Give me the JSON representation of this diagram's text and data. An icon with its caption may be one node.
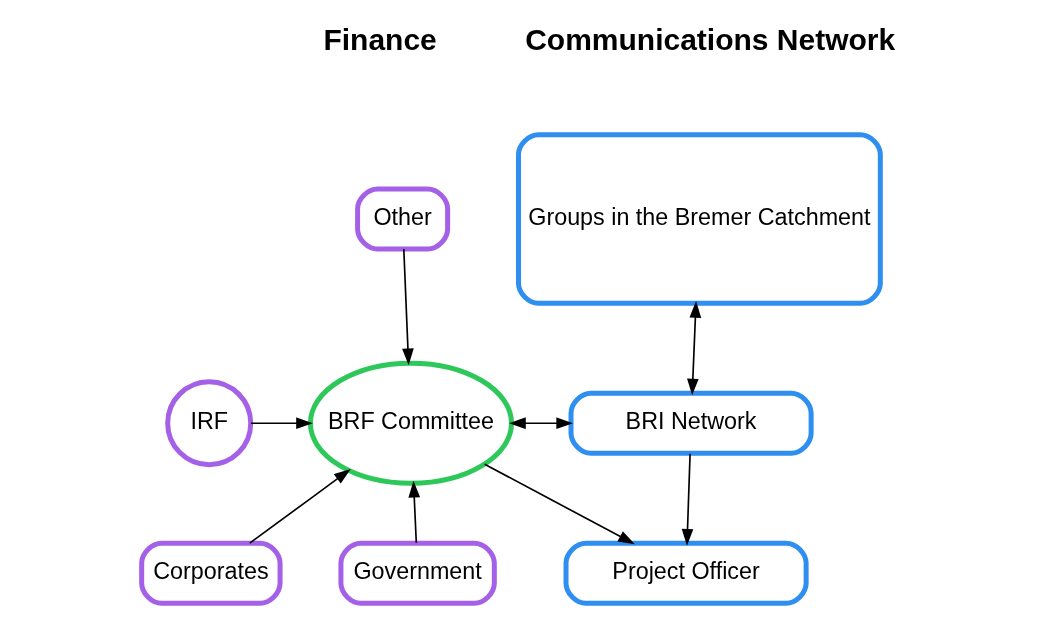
{
  "diagram": {
    "nodes": [
      {
        "text": [
          "Groups in the Bremer Catchment"
        ]
      },
      {
        "text": [
          "Other"
        ]
      },
      {
        "text": [
          "IRF"
        ]
      },
      {
        "text": [
          "BRF Committee"
        ]
      },
      {
        "text": [
          "BRI Network"
        ]
      },
      {
        "text": [
          "Corporates"
        ]
      },
      {
        "text": [
          "Government"
        ]
      },
      {
        "text": [
          "Project Officer"
        ]
      }
    ],
    "edges": [
      {
        "from": 1,
        "to": 3,
        "arrow": "to"
      },
      {
        "from": 2,
        "to": 3,
        "arrow": "to"
      },
      {
        "from": 5,
        "to": 3,
        "arrow": "to"
      },
      {
        "from": 6,
        "to": 3,
        "arrow": "to"
      },
      {
        "from": 3,
        "to": 4,
        "arrow": "both"
      },
      {
        "from": 0,
        "to": 4,
        "arrow": "both"
      },
      {
        "from": 3,
        "to": 7,
        "arrow": "to"
      },
      {
        "from": 4,
        "to": 7,
        "arrow": "to"
      }
    ],
    "labels": [
      "Finance",
      "Communications Network"
    ]
  }
}
